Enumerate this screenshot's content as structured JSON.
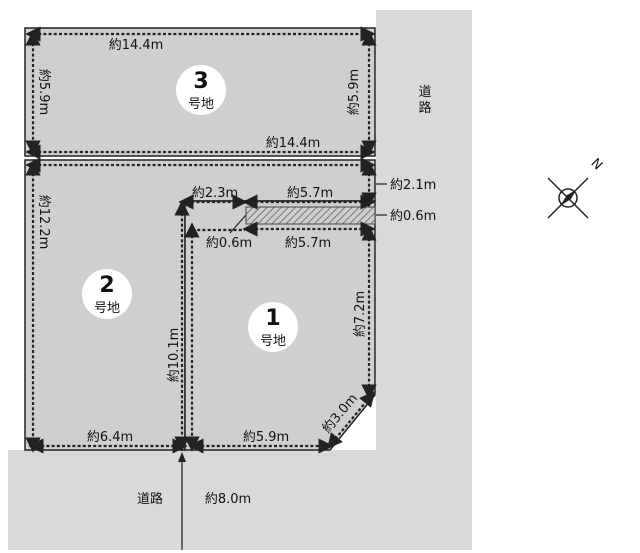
{
  "roads": {
    "east_label": "道路",
    "south_label": "道路",
    "south_width": "約8.0m"
  },
  "lots": [
    {
      "number": "3",
      "suffix": "号地"
    },
    {
      "number": "2",
      "suffix": "号地"
    },
    {
      "number": "1",
      "suffix": "号地"
    }
  ],
  "dimensions": {
    "lot3_top": "約14.4m",
    "lot3_bottom": "約14.4m",
    "lot3_left": "約5.9m",
    "lot3_right": "約5.9m",
    "lot2_left": "約12.2m",
    "lot2_bottom": "約6.4m",
    "lot2_right": "約10.1m",
    "flag_width": "約2.3m",
    "flag_length_top": "約5.7m",
    "flag_right": "約2.1m",
    "flag_gap_right": "約0.6m",
    "flag_gap_left": "約0.6m",
    "lot1_top": "約5.7m",
    "lot1_right": "約7.2m",
    "lot1_corner": "約3.0m",
    "lot1_bottom": "約5.9m"
  },
  "compass": {
    "north_label": "N"
  },
  "colors": {
    "lot_fill": "#cfcfcf",
    "road_fill": "#d9d9d9",
    "hatch": "#888888",
    "line": "#222222"
  }
}
